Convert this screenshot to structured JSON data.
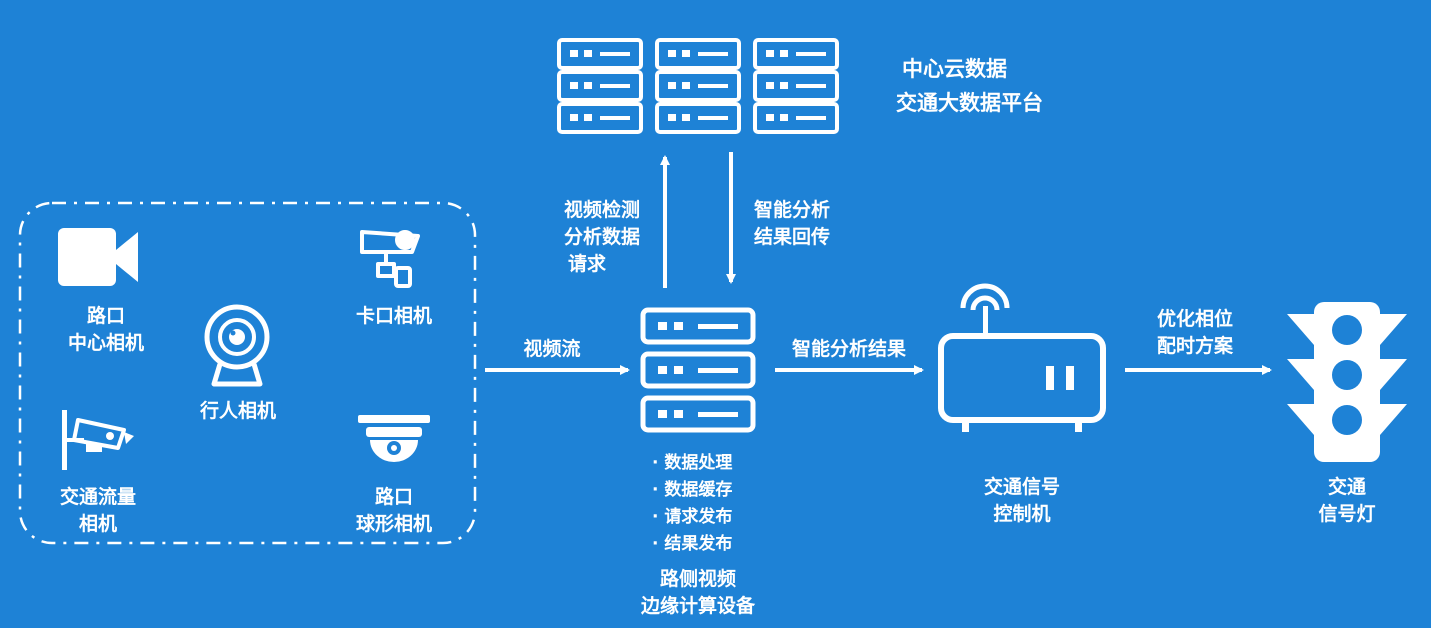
{
  "colors": {
    "background": "#1e82d6",
    "foreground": "#ffffff"
  },
  "cloud": {
    "line1": "中心云数据",
    "line2": "交通大数据平台"
  },
  "request_label": {
    "line1": "视频检测",
    "line2": "分析数据",
    "line3": "请求"
  },
  "return_label": {
    "line1": "智能分析",
    "line2": "结果回传"
  },
  "cameras": {
    "intersection_center": {
      "line1": "路口",
      "line2": "中心相机",
      "icon": "video-camera-icon"
    },
    "checkpoint": {
      "label": "卡口相机",
      "icon": "security-camera-icon"
    },
    "pedestrian": {
      "label": "行人相机",
      "icon": "webcam-icon"
    },
    "traffic_flow": {
      "line1": "交通流量",
      "line2": "相机",
      "icon": "cctv-camera-icon"
    },
    "dome": {
      "line1": "路口",
      "line2": "球形相机",
      "icon": "dome-camera-icon"
    }
  },
  "video_stream_label": "视频流",
  "edge_device": {
    "bullets": [
      "数据处理",
      "数据缓存",
      "请求发布",
      "结果发布"
    ],
    "line1": "路侧视频",
    "line2": "边缘计算设备"
  },
  "result_label": "智能分析结果",
  "controller": {
    "line1": "交通信号",
    "line2": "控制机"
  },
  "optimize_label": {
    "line1": "优化相位",
    "line2": "配时方案"
  },
  "traffic_light": {
    "line1": "交通",
    "line2": "信号灯"
  }
}
